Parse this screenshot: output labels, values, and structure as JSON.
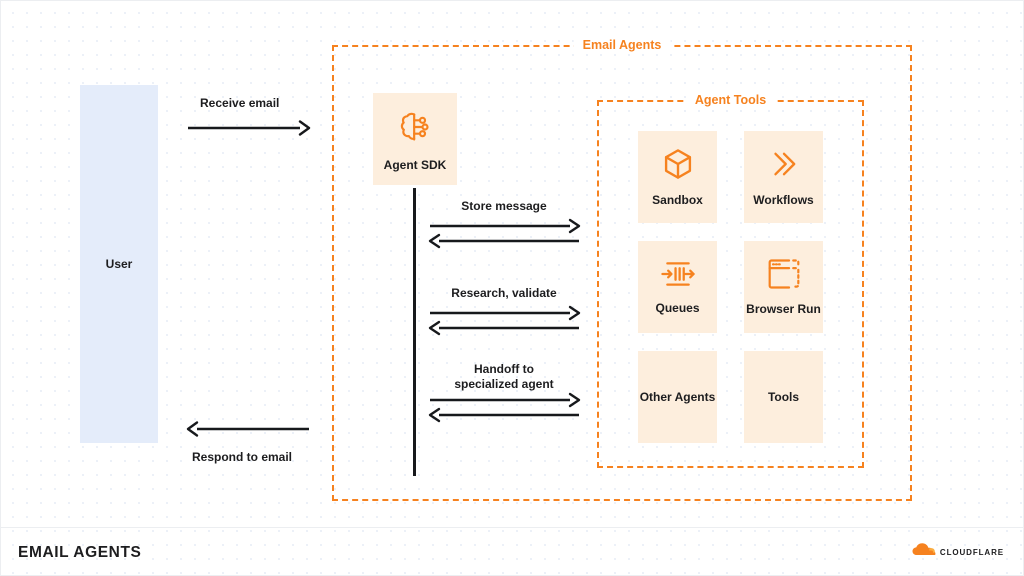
{
  "slide": {
    "footer_title": "EMAIL AGENTS",
    "brand": "CLOUDFLARE",
    "brand_color": "#f6821f",
    "accent_color": "#f6821f",
    "tile_bg": "#fdeedd",
    "user_bg": "#e4ecfa",
    "line_color": "#17191c"
  },
  "actors": {
    "user": {
      "label": "User"
    },
    "agent_sdk": {
      "label": "Agent SDK",
      "icon": "brain-circuit-icon"
    }
  },
  "groups": {
    "email_agents": {
      "title": "Email Agents"
    },
    "agent_tools": {
      "title": "Agent Tools"
    }
  },
  "edges": {
    "receive": {
      "label": "Receive email",
      "direction": "right"
    },
    "respond": {
      "label": "Respond to email",
      "direction": "left"
    }
  },
  "messages": [
    {
      "label": "Store message",
      "request": "right",
      "response": "left"
    },
    {
      "label": "Research, validate",
      "request": "right",
      "response": "left"
    },
    {
      "label": "Handoff to\nspecialized agent",
      "request": "right",
      "response": "left"
    }
  ],
  "tools": [
    {
      "label": "Sandbox",
      "icon": "cube-icon"
    },
    {
      "label": "Workflows",
      "icon": "double-chevron-icon"
    },
    {
      "label": "Queues",
      "icon": "queue-arrows-icon"
    },
    {
      "label": "Browser Run",
      "icon": "browser-window-icon"
    },
    {
      "label": "Other\nAgents",
      "icon": "none"
    },
    {
      "label": "Tools",
      "icon": "none"
    }
  ]
}
